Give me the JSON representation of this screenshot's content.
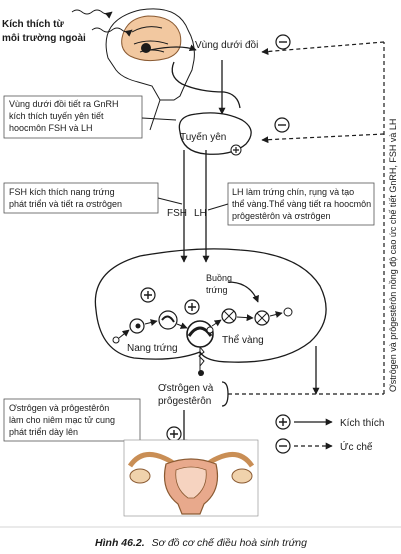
{
  "stimulus": {
    "line1": "Kích thích từ",
    "line2": "môi trường ngoài"
  },
  "hypothalamus": "Vùng dưới đồi",
  "pituitary": "Tuyến yên",
  "note_gnrh": {
    "line1": "Vùng dưới đồi tiết ra GnRH",
    "line2": "kích thích tuyến yên tiết",
    "line3": "hoocmôn FSH và LH"
  },
  "note_fsh": {
    "line1": "FSH kích thích nang trứng",
    "line2": "phát triển và tiết ra ơstrôgen"
  },
  "note_lh": {
    "line1": "LH làm trứng chín, rụng và tạo",
    "line2": "thể vàng.Thể vàng tiết ra hoocmôn",
    "line3": "prôgestêrôn và ơstrôgen"
  },
  "hormones": {
    "fsh": "FSH",
    "lh": "LH"
  },
  "ovary": {
    "line1": "Buồng",
    "line2": "trứng",
    "follicle": "Nang trứng",
    "corpus_luteum": "Thể vàng"
  },
  "steroids": {
    "line1": "Ơstrôgen và",
    "line2": "prôgestêrôn"
  },
  "note_uterus": {
    "line1": "Ơstrôgen và prôgestêrôn",
    "line2": "làm cho niêm mạc tử cung",
    "line3": "phát triển dày lên"
  },
  "feedback_note": "Ơstrôgen và prôgestêrôn nồng độ cao ức chế tiết GnRH, FSH và LH",
  "legend": {
    "stimulate": "Kích thích",
    "inhibit": "Ức chế"
  },
  "caption": {
    "label": "Hình 46.2.",
    "text": "Sơ đồ cơ chế điều hoà sinh trứng"
  },
  "colors": {
    "skin": "#f0d2ac",
    "skin_dark": "#c98e55",
    "brain": "#f2c8a0",
    "uterus": "#e8a98c",
    "uterus_lining": "#f6d3c0",
    "ink": "#1b1b1b"
  }
}
